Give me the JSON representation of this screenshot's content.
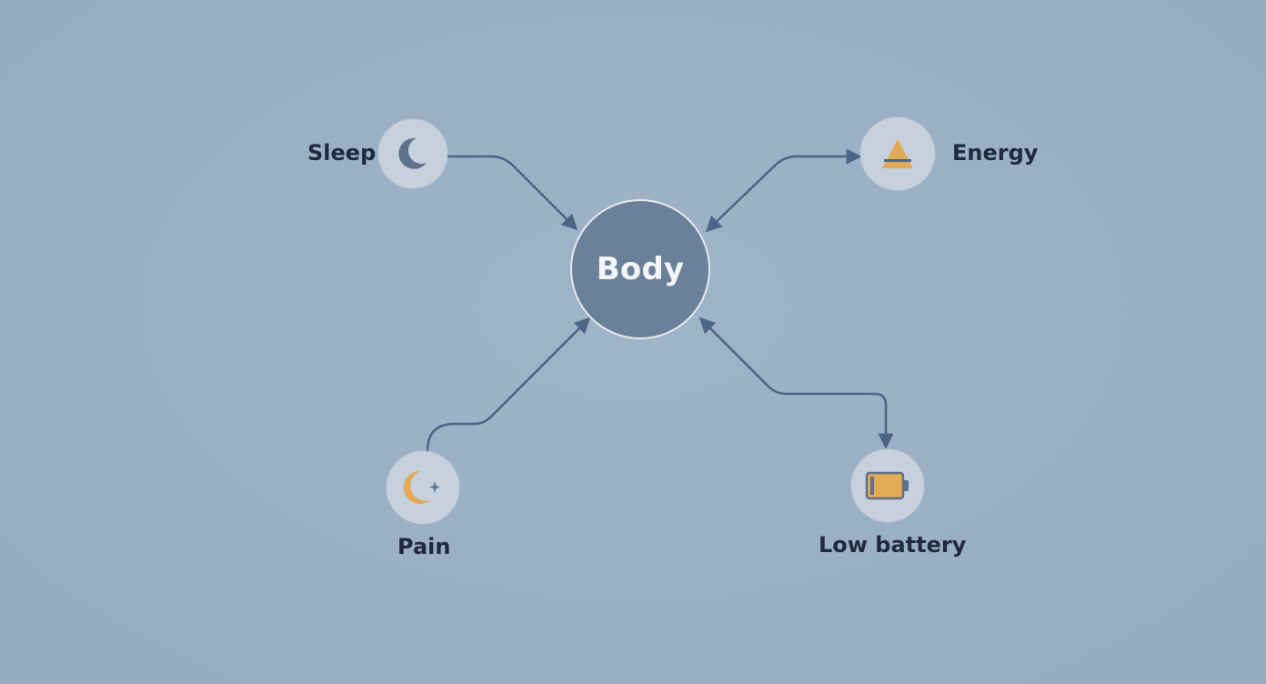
{
  "diagram": {
    "center": {
      "label": "Body"
    },
    "nodes": [
      {
        "id": "sleep",
        "label": "Sleep",
        "icon": "crescent-moon-icon"
      },
      {
        "id": "energy",
        "label": "Energy",
        "icon": "warning-triangle-icon"
      },
      {
        "id": "pain",
        "label": "Pain",
        "icon": "moon-star-icon"
      },
      {
        "id": "low_battery",
        "label": "Low battery",
        "icon": "battery-icon"
      }
    ],
    "edges": [
      {
        "from": "sleep",
        "to": "body"
      },
      {
        "from": "energy",
        "to": "body"
      },
      {
        "from": "pain",
        "to": "body"
      },
      {
        "from": "body",
        "to": "low_battery"
      }
    ]
  },
  "colors": {
    "background": "#9bb0c5",
    "center_fill": "#6b8199",
    "node_fill": "#c6d1dd",
    "line": "#4d6585",
    "accent": "#e2aa55",
    "text": "#1f2b3c"
  }
}
